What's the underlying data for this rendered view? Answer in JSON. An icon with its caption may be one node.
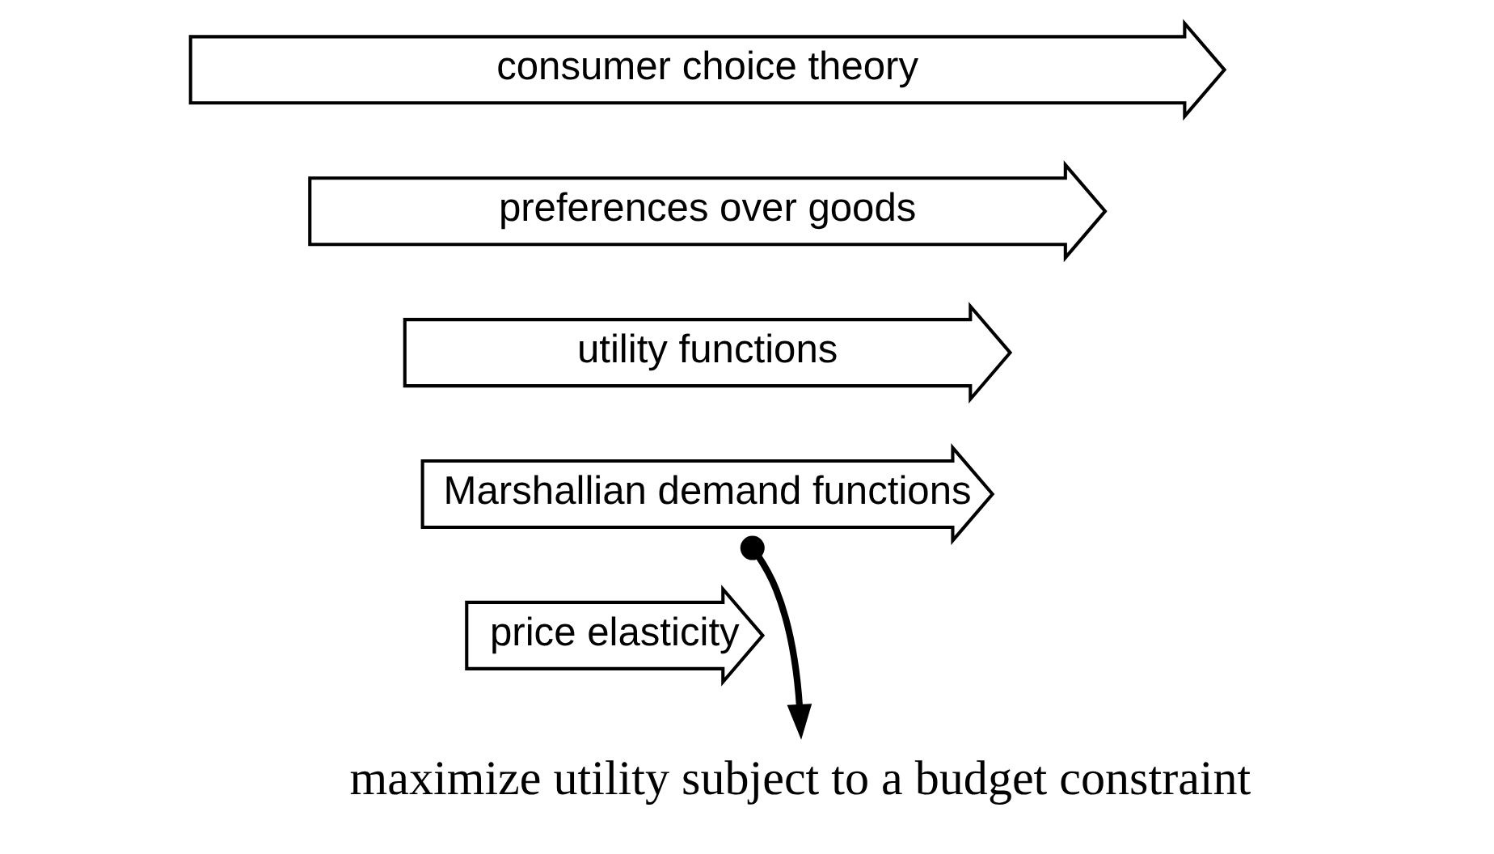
{
  "diagram": {
    "nodes": [
      {
        "text": [
          "consumer choice theory"
        ]
      },
      {
        "text": [
          "preferences over goods"
        ]
      },
      {
        "text": [
          "utility functions"
        ]
      },
      {
        "text": [
          "Marshallian demand functions"
        ]
      },
      {
        "text": [
          "price elasticity"
        ]
      },
      {
        "text": [
          "maximize utility subject to a budget constraint"
        ]
      }
    ],
    "edges": [
      {
        "from": 3,
        "to": 5,
        "arrow": "to"
      }
    ]
  }
}
